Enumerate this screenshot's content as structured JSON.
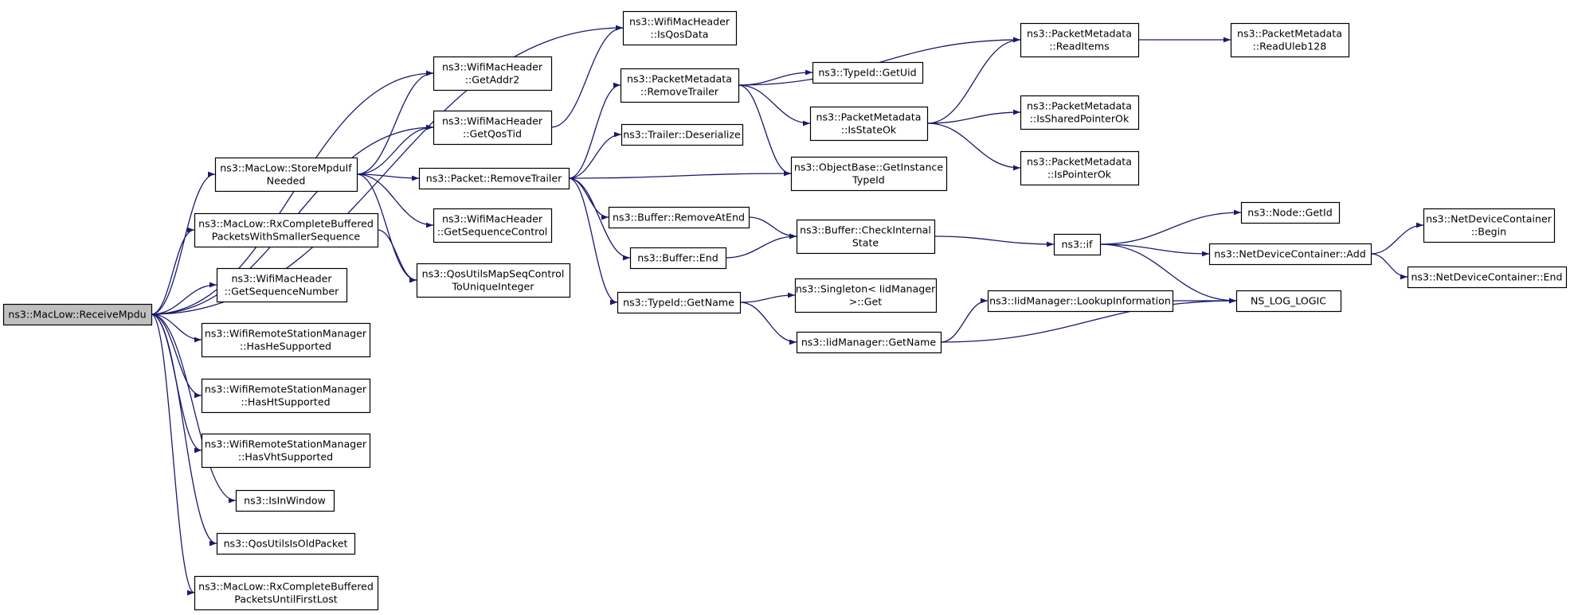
{
  "diagram": {
    "colors": {
      "edge": "#191970",
      "node_stroke": "#000000",
      "root_fill": "#bfbfbf",
      "node_fill": "#ffffff"
    },
    "nodes": [
      {
        "id": "receive-mpdu",
        "lines": [
          "ns3::MacLow::ReceiveMpdu"
        ],
        "root": true
      },
      {
        "id": "is-qos-data",
        "lines": [
          "ns3::WifiMacHeader",
          "::IsQosData"
        ]
      },
      {
        "id": "get-addr2",
        "lines": [
          "ns3::WifiMacHeader",
          "::GetAddr2"
        ]
      },
      {
        "id": "get-qos-tid",
        "lines": [
          "ns3::WifiMacHeader",
          "::GetQosTid"
        ]
      },
      {
        "id": "store-mpdu-if-needed",
        "lines": [
          "ns3::MacLow::StoreMpduIf",
          "Needed"
        ]
      },
      {
        "id": "rx-complete-smaller",
        "lines": [
          "ns3::MacLow::RxCompleteBuffered",
          "PacketsWithSmallerSequence"
        ]
      },
      {
        "id": "get-sequence-number",
        "lines": [
          "ns3::WifiMacHeader",
          "::GetSequenceNumber"
        ]
      },
      {
        "id": "has-he-supported",
        "lines": [
          "ns3::WifiRemoteStationManager",
          "::HasHeSupported"
        ]
      },
      {
        "id": "has-ht-supported",
        "lines": [
          "ns3::WifiRemoteStationManager",
          "::HasHtSupported"
        ]
      },
      {
        "id": "has-vht-supported",
        "lines": [
          "ns3::WifiRemoteStationManager",
          "::HasVhtSupported"
        ]
      },
      {
        "id": "is-in-window",
        "lines": [
          "ns3::IsInWindow"
        ]
      },
      {
        "id": "qos-utils-is-old-packet",
        "lines": [
          "ns3::QosUtilsIsOldPacket"
        ]
      },
      {
        "id": "rx-complete-first-lost",
        "lines": [
          "ns3::MacLow::RxCompleteBuffered",
          "PacketsUntilFirstLost"
        ]
      },
      {
        "id": "packet-remove-trailer",
        "lines": [
          "ns3::Packet::RemoveTrailer"
        ]
      },
      {
        "id": "get-sequence-control",
        "lines": [
          "ns3::WifiMacHeader",
          "::GetSequenceControl"
        ]
      },
      {
        "id": "map-seq-control",
        "lines": [
          "ns3::QosUtilsMapSeqControl",
          "ToUniqueInteger"
        ]
      },
      {
        "id": "metadata-remove-trailer",
        "lines": [
          "ns3::PacketMetadata",
          "::RemoveTrailer"
        ]
      },
      {
        "id": "trailer-deserialize",
        "lines": [
          "ns3::Trailer::Deserialize"
        ]
      },
      {
        "id": "buffer-remove-at-end",
        "lines": [
          "ns3::Buffer::RemoveAtEnd"
        ]
      },
      {
        "id": "buffer-end",
        "lines": [
          "ns3::Buffer::End"
        ]
      },
      {
        "id": "typeid-get-name",
        "lines": [
          "ns3::TypeId::GetName"
        ]
      },
      {
        "id": "typeid-get-uid",
        "lines": [
          "ns3::TypeId::GetUid"
        ]
      },
      {
        "id": "is-state-ok",
        "lines": [
          "ns3::PacketMetadata",
          "::IsStateOk"
        ]
      },
      {
        "id": "get-instance-typeid",
        "lines": [
          "ns3::ObjectBase::GetInstance",
          "TypeId"
        ]
      },
      {
        "id": "buffer-check-internal-state",
        "lines": [
          "ns3::Buffer::CheckInternal",
          "State"
        ]
      },
      {
        "id": "singleton-get",
        "lines": [
          "ns3::Singleton< IidManager",
          ">::Get"
        ]
      },
      {
        "id": "iidmanager-get-name",
        "lines": [
          "ns3::IidManager::GetName"
        ]
      },
      {
        "id": "read-items",
        "lines": [
          "ns3::PacketMetadata",
          "::ReadItems"
        ]
      },
      {
        "id": "is-shared-pointer-ok",
        "lines": [
          "ns3::PacketMetadata",
          "::IsSharedPointerOk"
        ]
      },
      {
        "id": "is-pointer-ok",
        "lines": [
          "ns3::PacketMetadata",
          "::IsPointerOk"
        ]
      },
      {
        "id": "ns3-if",
        "lines": [
          "ns3::if"
        ]
      },
      {
        "id": "lookup-information",
        "lines": [
          "ns3::IidManager::LookupInformation"
        ]
      },
      {
        "id": "read-uleb128",
        "lines": [
          "ns3::PacketMetadata",
          "::ReadUleb128"
        ]
      },
      {
        "id": "node-get-id",
        "lines": [
          "ns3::Node::GetId"
        ]
      },
      {
        "id": "netdevice-container-add",
        "lines": [
          "ns3::NetDeviceContainer::Add"
        ]
      },
      {
        "id": "ns-log-logic",
        "lines": [
          "NS_LOG_LOGIC"
        ]
      },
      {
        "id": "netdevice-container-begin",
        "lines": [
          "ns3::NetDeviceContainer",
          "::Begin"
        ]
      },
      {
        "id": "netdevice-container-end",
        "lines": [
          "ns3::NetDeviceContainer::End"
        ]
      }
    ],
    "edges": [
      [
        "receive-mpdu",
        "is-qos-data"
      ],
      [
        "receive-mpdu",
        "get-addr2"
      ],
      [
        "receive-mpdu",
        "get-qos-tid"
      ],
      [
        "receive-mpdu",
        "store-mpdu-if-needed"
      ],
      [
        "receive-mpdu",
        "rx-complete-smaller"
      ],
      [
        "receive-mpdu",
        "get-sequence-number"
      ],
      [
        "receive-mpdu",
        "has-he-supported"
      ],
      [
        "receive-mpdu",
        "has-ht-supported"
      ],
      [
        "receive-mpdu",
        "has-vht-supported"
      ],
      [
        "receive-mpdu",
        "is-in-window"
      ],
      [
        "receive-mpdu",
        "qos-utils-is-old-packet"
      ],
      [
        "receive-mpdu",
        "rx-complete-first-lost"
      ],
      [
        "get-qos-tid",
        "is-qos-data"
      ],
      [
        "store-mpdu-if-needed",
        "get-addr2"
      ],
      [
        "store-mpdu-if-needed",
        "get-qos-tid"
      ],
      [
        "store-mpdu-if-needed",
        "packet-remove-trailer"
      ],
      [
        "store-mpdu-if-needed",
        "get-sequence-control"
      ],
      [
        "store-mpdu-if-needed",
        "map-seq-control"
      ],
      [
        "rx-complete-smaller",
        "map-seq-control"
      ],
      [
        "packet-remove-trailer",
        "metadata-remove-trailer"
      ],
      [
        "packet-remove-trailer",
        "trailer-deserialize"
      ],
      [
        "packet-remove-trailer",
        "get-instance-typeid"
      ],
      [
        "packet-remove-trailer",
        "buffer-remove-at-end"
      ],
      [
        "packet-remove-trailer",
        "buffer-end"
      ],
      [
        "packet-remove-trailer",
        "typeid-get-name"
      ],
      [
        "metadata-remove-trailer",
        "read-items"
      ],
      [
        "metadata-remove-trailer",
        "typeid-get-uid"
      ],
      [
        "metadata-remove-trailer",
        "is-state-ok"
      ],
      [
        "metadata-remove-trailer",
        "get-instance-typeid"
      ],
      [
        "is-state-ok",
        "read-items"
      ],
      [
        "is-state-ok",
        "is-shared-pointer-ok"
      ],
      [
        "is-state-ok",
        "is-pointer-ok"
      ],
      [
        "read-items",
        "read-uleb128"
      ],
      [
        "buffer-remove-at-end",
        "buffer-check-internal-state"
      ],
      [
        "buffer-end",
        "buffer-check-internal-state"
      ],
      [
        "buffer-check-internal-state",
        "ns3-if"
      ],
      [
        "typeid-get-name",
        "singleton-get"
      ],
      [
        "typeid-get-name",
        "iidmanager-get-name"
      ],
      [
        "iidmanager-get-name",
        "lookup-information"
      ],
      [
        "iidmanager-get-name",
        "ns-log-logic"
      ],
      [
        "lookup-information",
        "ns-log-logic"
      ],
      [
        "ns3-if",
        "node-get-id"
      ],
      [
        "ns3-if",
        "netdevice-container-add"
      ],
      [
        "ns3-if",
        "ns-log-logic"
      ],
      [
        "netdevice-container-add",
        "netdevice-container-begin"
      ],
      [
        "netdevice-container-add",
        "netdevice-container-end"
      ]
    ]
  }
}
